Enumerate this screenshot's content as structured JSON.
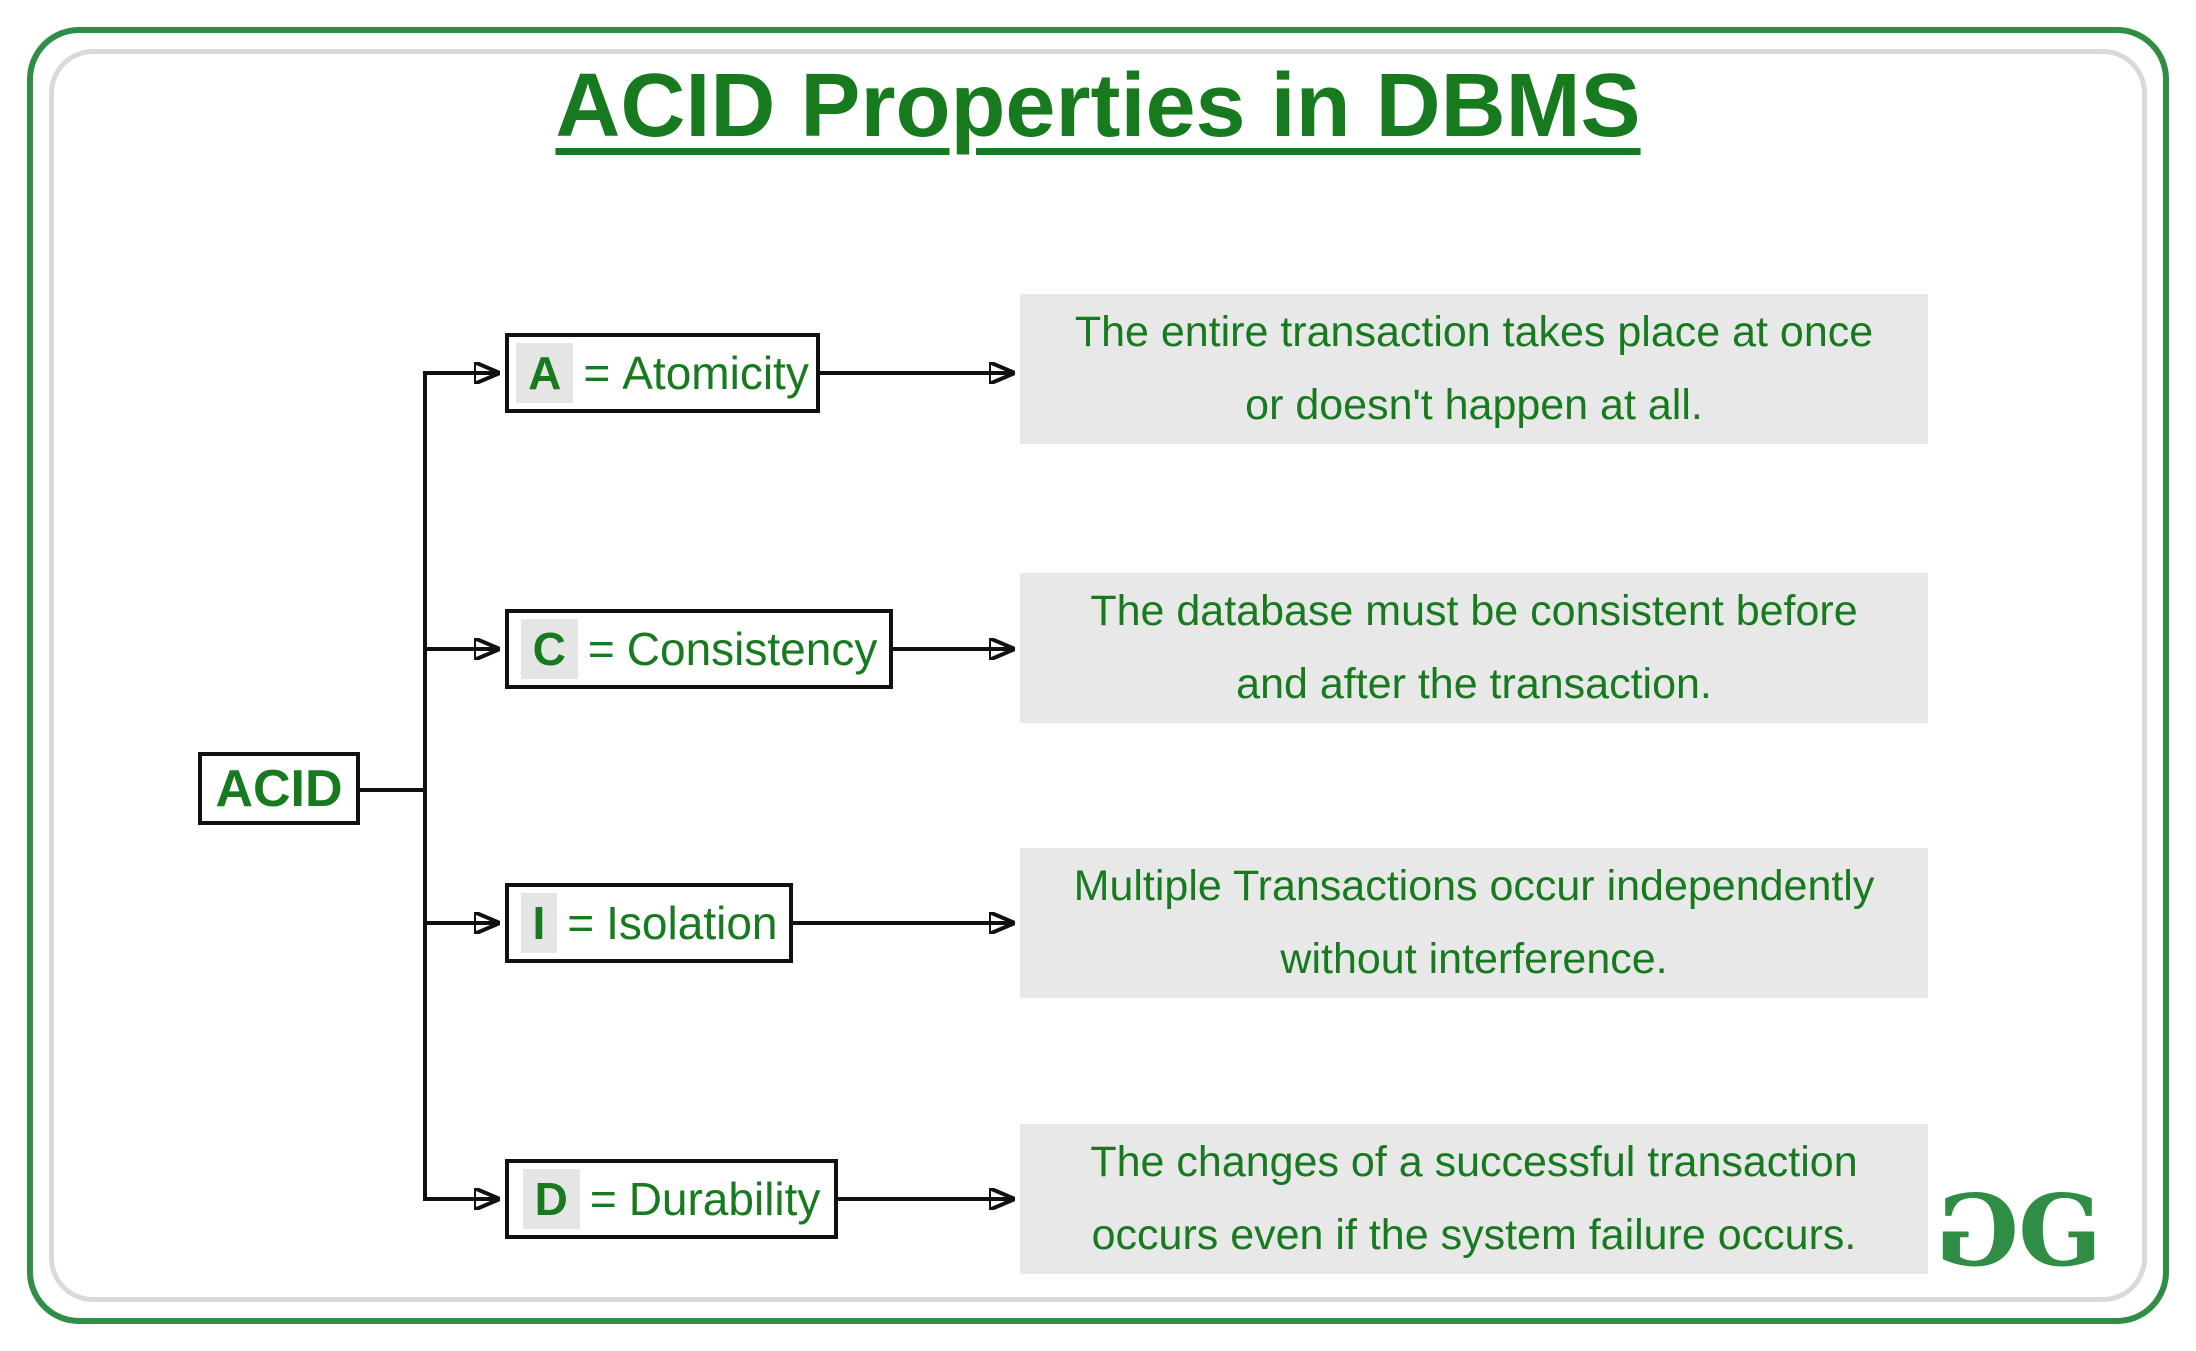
{
  "title": "ACID Properties in DBMS",
  "separator": "=",
  "root_label": "ACID",
  "branches": [
    {
      "letter": "A",
      "name": "Atomicity",
      "lines": [
        "The entire transaction takes place at once",
        "or doesn't happen at all."
      ]
    },
    {
      "letter": "C",
      "name": "Consistency",
      "lines": [
        "The database must be consistent before",
        "and after the transaction."
      ]
    },
    {
      "letter": "I",
      "name": "Isolation",
      "lines": [
        "Multiple Transactions occur independently",
        "without interference."
      ]
    },
    {
      "letter": "D",
      "name": "Durability",
      "lines": [
        "The changes of a successful transaction",
        "occurs even if the system failure occurs."
      ]
    }
  ],
  "logo": {
    "left_glyph": "G",
    "right_glyph": "G"
  },
  "colors": {
    "text_green": "#177a1f",
    "brand_green": "#2f8d46",
    "panel_gray": "#e8e8e8",
    "line_black": "#111111"
  }
}
